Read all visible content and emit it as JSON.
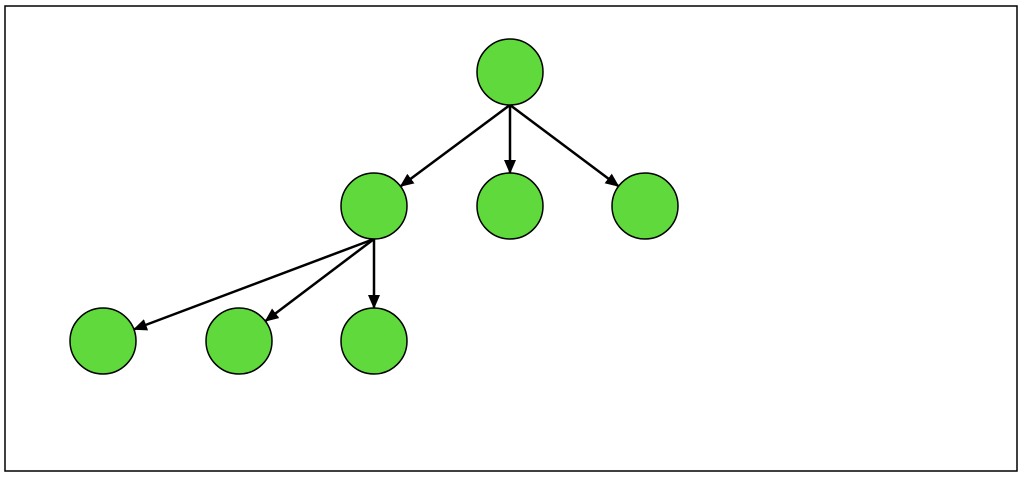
{
  "diagram": {
    "type": "tree",
    "node_fill": "#5fd93c",
    "node_stroke": "#000000",
    "edge_color": "#000000",
    "frame_color": "#000000",
    "background": "#ffffff",
    "nodes": [
      {
        "id": "root",
        "label": ""
      },
      {
        "id": "child-1",
        "label": ""
      },
      {
        "id": "child-2",
        "label": ""
      },
      {
        "id": "child-3",
        "label": ""
      },
      {
        "id": "grandchild-1",
        "label": ""
      },
      {
        "id": "grandchild-2",
        "label": ""
      },
      {
        "id": "grandchild-3",
        "label": ""
      }
    ],
    "edges": [
      {
        "from": "root",
        "to": "child-1"
      },
      {
        "from": "root",
        "to": "child-2"
      },
      {
        "from": "root",
        "to": "child-3"
      },
      {
        "from": "child-1",
        "to": "grandchild-1"
      },
      {
        "from": "child-1",
        "to": "grandchild-2"
      },
      {
        "from": "child-1",
        "to": "grandchild-3"
      }
    ]
  }
}
